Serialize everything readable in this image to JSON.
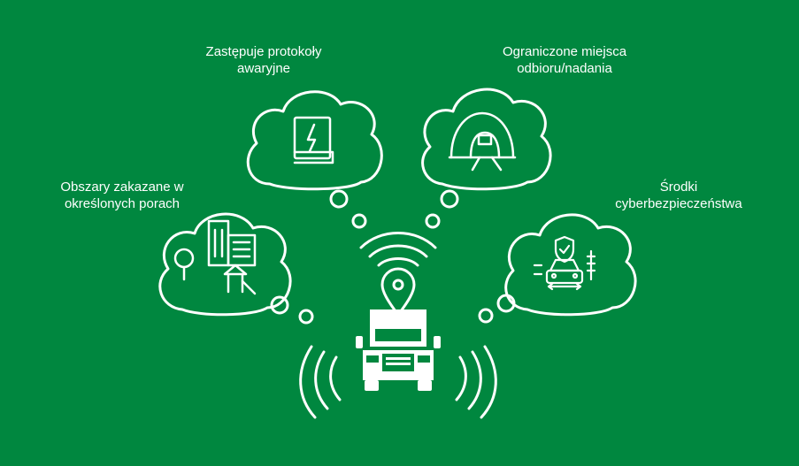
{
  "colors": {
    "background": "#00873F",
    "foreground": "#FFFFFF"
  },
  "labels": {
    "protocols": {
      "line1": "Zastępuje protokoły",
      "line2": "awaryjne",
      "icon": "manual-book-icon"
    },
    "pickup": {
      "line1": "Ograniczone miejsca",
      "line2": "odbioru/nadania",
      "icon": "tunnel-icon"
    },
    "zones": {
      "line1": "Obszary zakazane w",
      "line2": "określonych porach",
      "icon": "city-park-icon"
    },
    "cyber": {
      "line1": "Środki",
      "line2": "cyberbezpieczeństwa",
      "icon": "shielded-car-icon"
    }
  },
  "center": {
    "icon": "connected-truck-icon"
  }
}
